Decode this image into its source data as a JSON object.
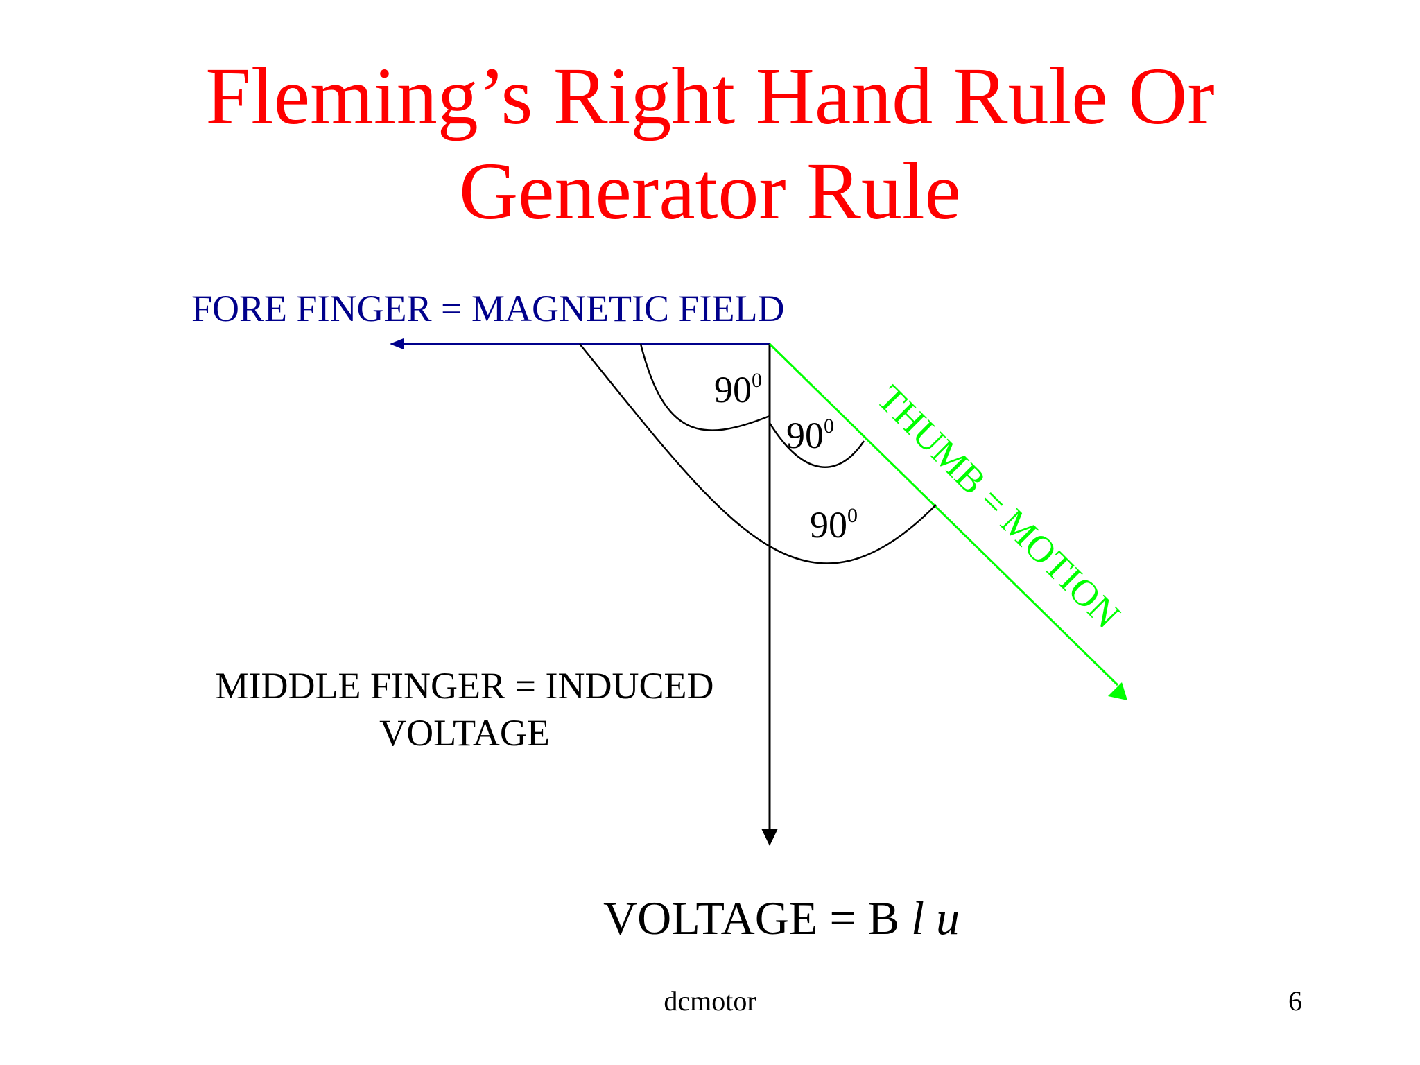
{
  "title": {
    "line1": "Fleming’s Right Hand Rule Or",
    "line2": "Generator Rule"
  },
  "labels": {
    "fore_finger": "FORE FINGER = MAGNETIC FIELD",
    "thumb": "THUMB = MOTION",
    "middle_finger_line1": "MIDDLE FINGER = INDUCED",
    "middle_finger_line2": "VOLTAGE"
  },
  "angles": [
    {
      "value": "90",
      "superscript": "0"
    },
    {
      "value": "90",
      "superscript": "0"
    },
    {
      "value": "90",
      "superscript": "0"
    }
  ],
  "formula": {
    "prefix": "VOLTAGE = B",
    "var_l": "l",
    "var_u": "u"
  },
  "footer": {
    "center": "dcmotor",
    "page_number": "6"
  },
  "colors": {
    "title": "#ff0000",
    "magnetic_field": "#00008b",
    "motion": "#00ff00",
    "voltage": "#000000"
  }
}
